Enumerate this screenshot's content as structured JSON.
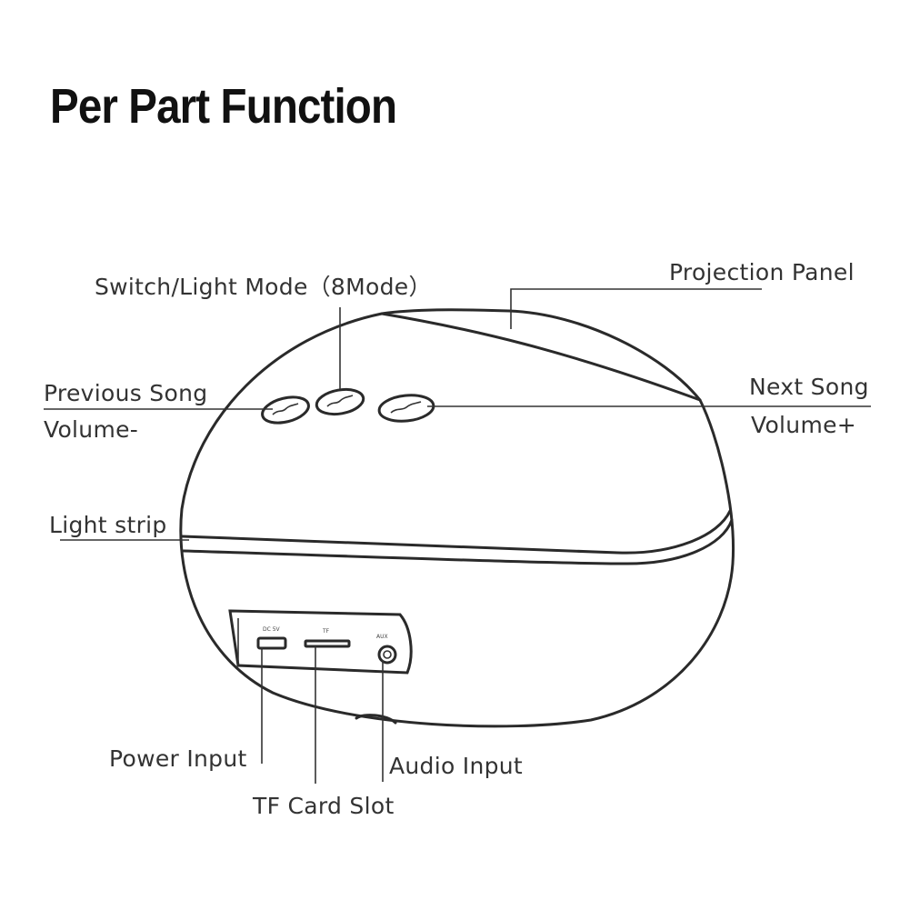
{
  "title": "Per Part Function",
  "labels": {
    "switch_light_mode": "Switch/Light Mode（8Mode）",
    "projection_panel": "Projection Panel",
    "previous_song": "Previous Song",
    "volume_minus": "Volume-",
    "next_song": "Next Song",
    "volume_plus": "Volume+",
    "light_strip": "Light strip",
    "power_input": "Power Input",
    "tf_card_slot": "TF Card Slot",
    "audio_input": "Audio Input"
  },
  "port_markings": {
    "dc": "DC 5V",
    "tf": "TF",
    "aux": "AUX"
  },
  "colors": {
    "outline": "#2a2a2a",
    "text": "#333333",
    "background": "#ffffff"
  }
}
